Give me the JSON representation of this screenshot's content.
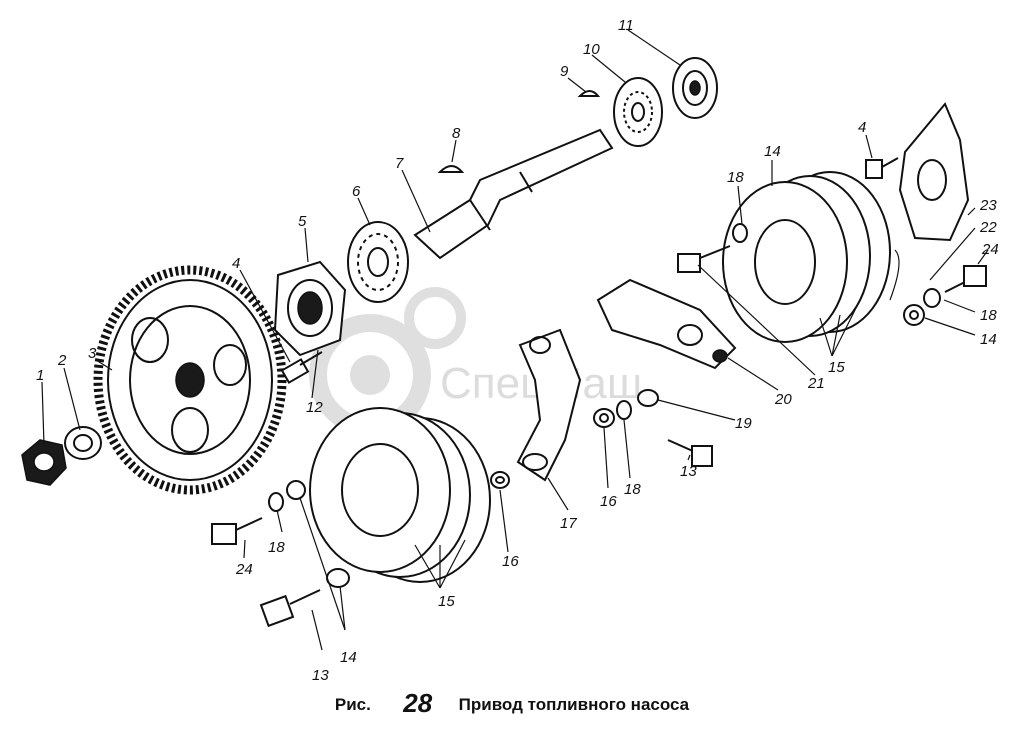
{
  "figure": {
    "caption_prefix": "Рис.",
    "caption_number": "28",
    "caption_title": "Привод топливного насоса"
  },
  "watermark": {
    "text": "СпецМаш"
  },
  "parts": [
    {
      "id": "p1",
      "label": "1"
    },
    {
      "id": "p2",
      "label": "2"
    },
    {
      "id": "p3",
      "label": "3"
    },
    {
      "id": "p4a",
      "label": "4"
    },
    {
      "id": "p4b",
      "label": "4"
    },
    {
      "id": "p5",
      "label": "5"
    },
    {
      "id": "p6",
      "label": "6"
    },
    {
      "id": "p7",
      "label": "7"
    },
    {
      "id": "p8",
      "label": "8"
    },
    {
      "id": "p9",
      "label": "9"
    },
    {
      "id": "p10",
      "label": "10"
    },
    {
      "id": "p11",
      "label": "11"
    },
    {
      "id": "p12",
      "label": "12"
    },
    {
      "id": "p13a",
      "label": "13"
    },
    {
      "id": "p13b",
      "label": "13"
    },
    {
      "id": "p14a",
      "label": "14"
    },
    {
      "id": "p14b",
      "label": "14"
    },
    {
      "id": "p14c",
      "label": "14"
    },
    {
      "id": "p15a",
      "label": "15"
    },
    {
      "id": "p15b",
      "label": "15"
    },
    {
      "id": "p16a",
      "label": "16"
    },
    {
      "id": "p16b",
      "label": "16"
    },
    {
      "id": "p17",
      "label": "17"
    },
    {
      "id": "p18a",
      "label": "18"
    },
    {
      "id": "p18b",
      "label": "18"
    },
    {
      "id": "p18c",
      "label": "18"
    },
    {
      "id": "p18d",
      "label": "18"
    },
    {
      "id": "p19",
      "label": "19"
    },
    {
      "id": "p20",
      "label": "20"
    },
    {
      "id": "p21",
      "label": "21"
    },
    {
      "id": "p22",
      "label": "22"
    },
    {
      "id": "p23",
      "label": "23"
    },
    {
      "id": "p24a",
      "label": "24"
    },
    {
      "id": "p24b",
      "label": "24"
    }
  ]
}
